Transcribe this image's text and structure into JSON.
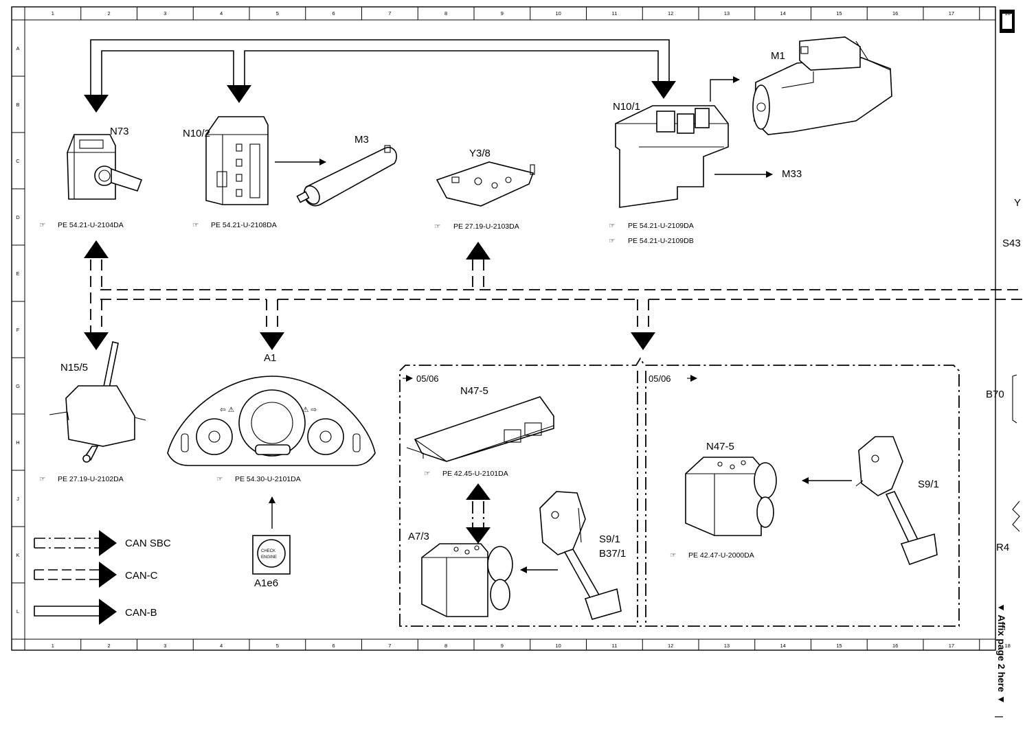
{
  "grid": {
    "columns": [
      "1",
      "2",
      "3",
      "4",
      "5",
      "6",
      "7",
      "8",
      "9",
      "10",
      "11",
      "12",
      "13",
      "14",
      "15",
      "16",
      "17",
      "18"
    ],
    "rows": [
      "A",
      "B",
      "C",
      "D",
      "E",
      "F",
      "G",
      "H",
      "J",
      "K",
      "L"
    ]
  },
  "components": {
    "n73": {
      "label": "N73",
      "ref": "PE 54.21-U-2104DA"
    },
    "n10_2": {
      "label": "N10/2",
      "ref": "PE 54.21-U-2108DA"
    },
    "m3": {
      "label": "M3"
    },
    "y3_8": {
      "label": "Y3/8",
      "ref": "PE 27.19-U-2103DA"
    },
    "n10_1": {
      "label": "N10/1",
      "ref1": "PE 54.21-U-2109DA",
      "ref2": "PE 54.21-U-2109DB"
    },
    "m1": {
      "label": "M1"
    },
    "m33": {
      "label": "M33"
    },
    "n15_5": {
      "label": "N15/5",
      "ref": "PE 27.19-U-2102DA"
    },
    "a1": {
      "label": "A1",
      "ref": "PE 54.30-U-2101DA"
    },
    "a1e6": {
      "label": "A1e6",
      "text_line1": "CHECK",
      "text_line2": "ENGINE"
    },
    "n47_5_left": {
      "label": "N47-5",
      "ref": "PE 42.45-U-2101DA"
    },
    "a7_3": {
      "label": "A7/3"
    },
    "s9_1_left": {
      "label": "S9/1"
    },
    "b37_1": {
      "label": "B37/1"
    },
    "n47_5_right": {
      "label": "N47-5",
      "ref": "PE 42.47-U-2000DA"
    },
    "s9_1_right": {
      "label": "S9/1"
    }
  },
  "edge_labels": {
    "y": "Y",
    "s43": "S43",
    "b70": "B70",
    "r4": "R4"
  },
  "boxes": {
    "left_date": "05/06",
    "right_date": "05/06"
  },
  "legend": [
    {
      "style": "dash-dot",
      "label": "CAN SBC"
    },
    {
      "style": "dashed",
      "label": "CAN-C"
    },
    {
      "style": "solid",
      "label": "CAN-B"
    }
  ],
  "side_note": "▼ Affix page 2 here ▼"
}
